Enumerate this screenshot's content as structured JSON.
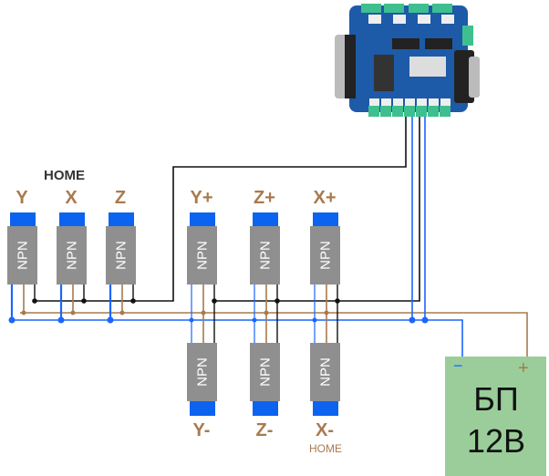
{
  "home_label": "HOME",
  "sensor_type": "NPN",
  "sensors_top": [
    {
      "label": "Y",
      "group": "home"
    },
    {
      "label": "X",
      "group": "home"
    },
    {
      "label": "Z",
      "group": "home"
    },
    {
      "label": "Y+",
      "group": "limit"
    },
    {
      "label": "Z+",
      "group": "limit"
    },
    {
      "label": "X+",
      "group": "limit"
    }
  ],
  "sensors_bottom": [
    {
      "label": "Y-"
    },
    {
      "label": "Z-"
    },
    {
      "label": "X-",
      "sublabel": "HOME"
    }
  ],
  "power_supply": {
    "line1": "БП",
    "line2": "12В",
    "minus": "−",
    "plus": "+"
  },
  "colors": {
    "sensor_body": "#8f8f8f",
    "sensor_head": "#0b63f0",
    "wire_blue": "#1a66ff",
    "wire_brown": "#a87a4e",
    "wire_black": "#111111",
    "psu_fill": "#9acd99",
    "label": "#a87a4e",
    "board": "#1d5aa8",
    "terminal": "#3fbf8f"
  }
}
